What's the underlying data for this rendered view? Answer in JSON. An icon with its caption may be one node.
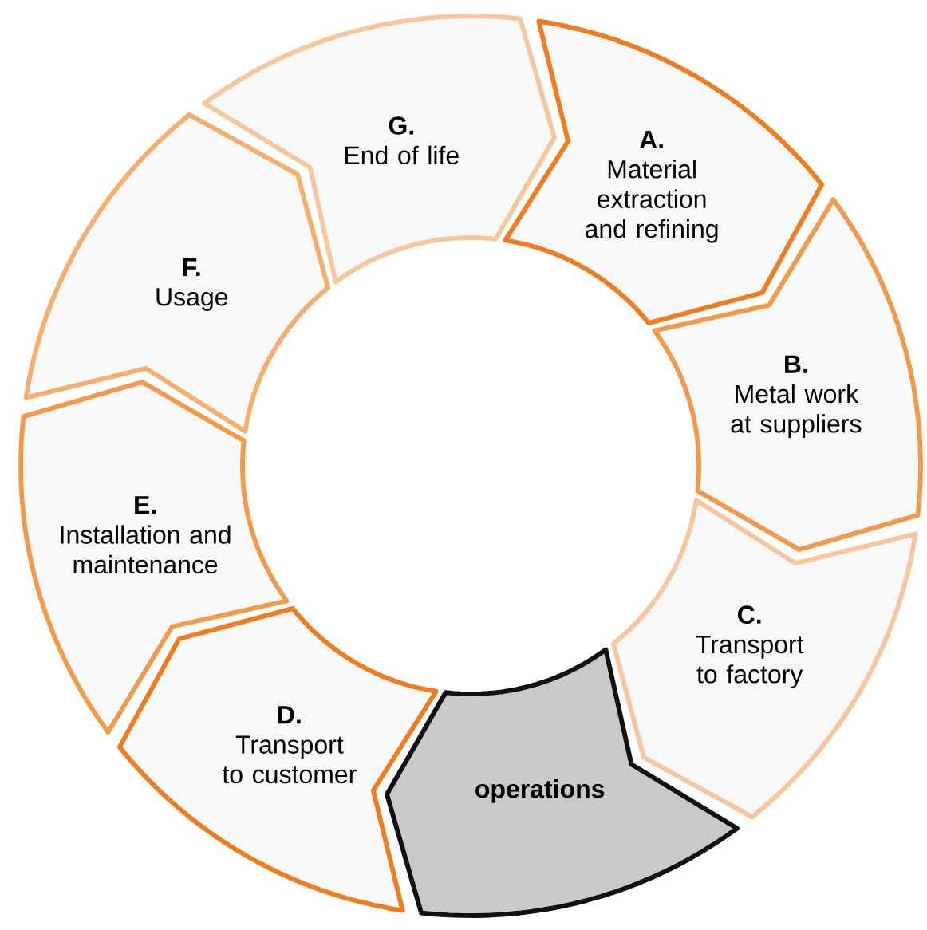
{
  "diagram": {
    "nodes": [
      {
        "text": [
          "A.",
          "Material extraction and refining"
        ]
      },
      {
        "text": [
          "B.",
          "Metal work at suppliers"
        ]
      },
      {
        "text": [
          "C.",
          "Transport to factory"
        ]
      },
      {
        "text": [
          "operations"
        ]
      },
      {
        "text": [
          "D.",
          "Transport to customer"
        ]
      },
      {
        "text": [
          "E.",
          "Installation and maintenance"
        ]
      },
      {
        "text": [
          "F.",
          "Usage"
        ]
      },
      {
        "text": [
          "G.",
          "End of life"
        ]
      }
    ]
  }
}
